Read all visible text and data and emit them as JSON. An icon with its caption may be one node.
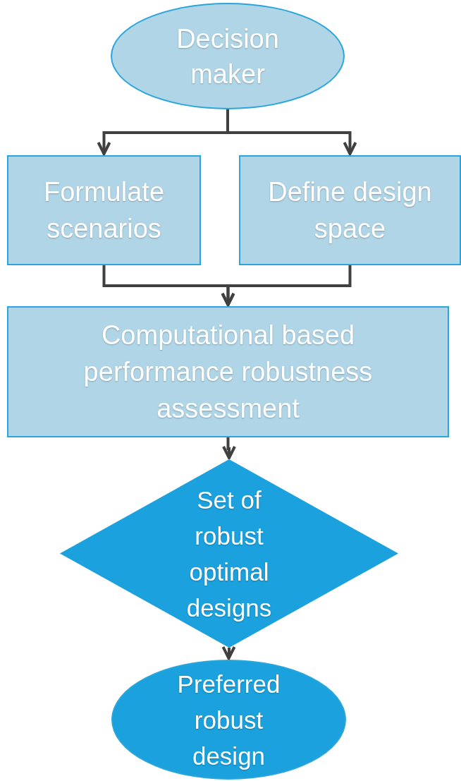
{
  "diagram": {
    "nodes": [
      {
        "text": [
          "Decision maker"
        ]
      },
      {
        "text": [
          "Formulate scenarios"
        ]
      },
      {
        "text": [
          "Define design space"
        ]
      },
      {
        "text": [
          "Computational based performance robustness assessment"
        ]
      },
      {
        "text": [
          "Set of robust optimal designs"
        ]
      },
      {
        "text": [
          "Preferred robust design"
        ]
      }
    ],
    "edges": [
      {
        "from": 0,
        "to": 1,
        "arrow": "to"
      },
      {
        "from": 0,
        "to": 2,
        "arrow": "to"
      },
      {
        "from": 1,
        "to": 3,
        "arrow": "to"
      },
      {
        "from": 2,
        "to": 3,
        "arrow": "to"
      },
      {
        "from": 3,
        "to": 4,
        "arrow": "to"
      },
      {
        "from": 4,
        "to": 5,
        "arrow": "to"
      }
    ]
  }
}
